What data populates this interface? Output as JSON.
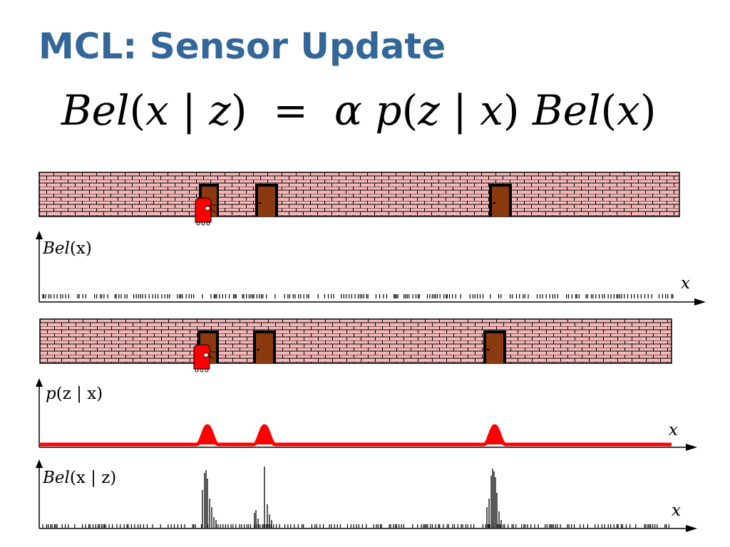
{
  "slide": {
    "title": "MCL: Sensor Update"
  },
  "equation": {
    "lhs_func": "Bel",
    "lhs_open": "(",
    "lhs_x": "x",
    "lhs_bar": " | ",
    "lhs_z": "z",
    "lhs_close": ")",
    "equals": "  =  ",
    "alpha": "α",
    "p": " p",
    "p_open": "(",
    "p_z": "z",
    "p_bar": " | ",
    "p_x": "x",
    "p_close": ")",
    "rhs_func": " Bel",
    "rhs_open": "(",
    "rhs_x": "x",
    "rhs_close": ")"
  },
  "scenes": {
    "wall_color": "#f5b8b8",
    "mortar_color": "#000000",
    "door_color": "#8b3a0f",
    "robot_color": "#ff0000",
    "door_count": 3,
    "robot_count": 1
  },
  "panels": [
    {
      "id": "prior",
      "ylabel_func": "Bel",
      "ylabel_args": "(x)",
      "xlabel": "x"
    },
    {
      "id": "likelihood",
      "ylabel_func": "p",
      "ylabel_args": "(z | x)",
      "xlabel": "x",
      "curve_color": "#ff0000"
    },
    {
      "id": "posterior",
      "ylabel_func": "Bel",
      "ylabel_args": "(x | z)",
      "xlabel": "x"
    }
  ]
}
